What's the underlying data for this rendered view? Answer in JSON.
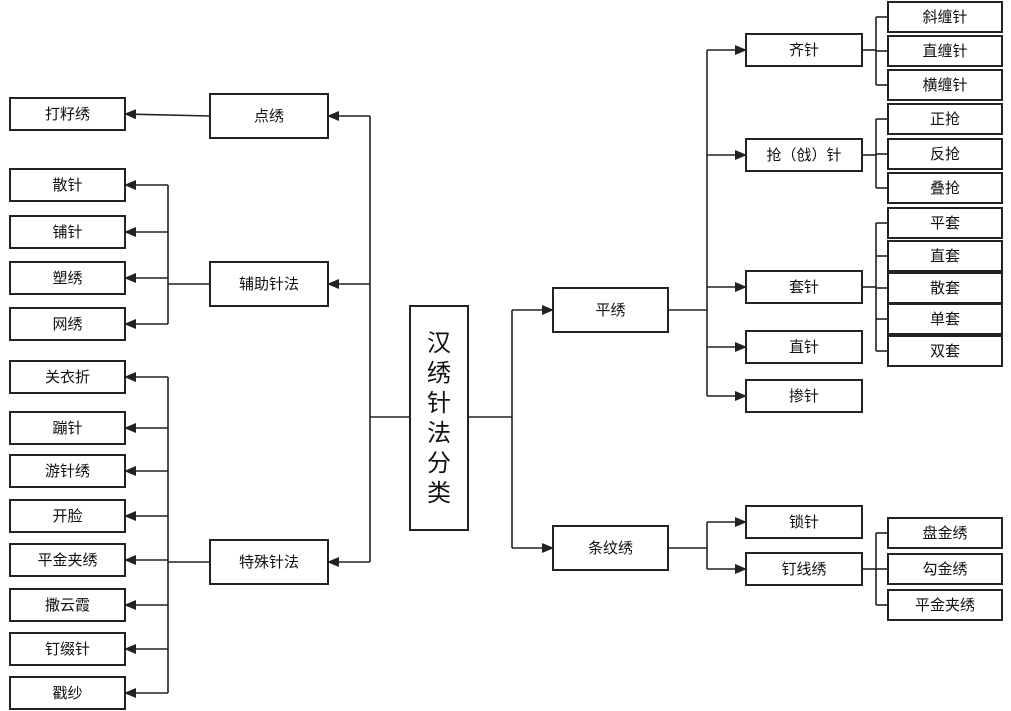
{
  "colors": {
    "line": "#222222",
    "box_border": "#222222",
    "background": "#ffffff",
    "text": "#111111"
  },
  "root": "汉绣针法分类",
  "left": {
    "groups": [
      {
        "label": "点绣",
        "children": [
          "打籽绣"
        ]
      },
      {
        "label": "辅助针法",
        "children": [
          "散针",
          "铺针",
          "塑绣",
          "网绣"
        ]
      },
      {
        "label": "特殊针法",
        "children": [
          "关衣折",
          "蹦针",
          "游针绣",
          "开脸",
          "平金夹绣",
          "撒云霞",
          "钉缀针",
          "戳纱"
        ]
      }
    ]
  },
  "right": {
    "groups": [
      {
        "label": "平绣",
        "children": [
          {
            "label": "齐针",
            "children": [
              "斜缠针",
              "直缠针",
              "横缠针"
            ]
          },
          {
            "label": "抢（戗）针",
            "children": [
              "正抢",
              "反抢",
              "叠抢"
            ]
          },
          {
            "label": "套针",
            "children": [
              "平套",
              "直套",
              "散套",
              "单套",
              "双套"
            ]
          },
          {
            "label": "直针",
            "children": []
          },
          {
            "label": "掺针",
            "children": []
          }
        ]
      },
      {
        "label": "条纹绣",
        "children": [
          {
            "label": "锁针",
            "children": []
          },
          {
            "label": "钉线绣",
            "children": [
              "盘金绣",
              "勾金绣",
              "平金夹绣"
            ]
          }
        ]
      }
    ]
  }
}
